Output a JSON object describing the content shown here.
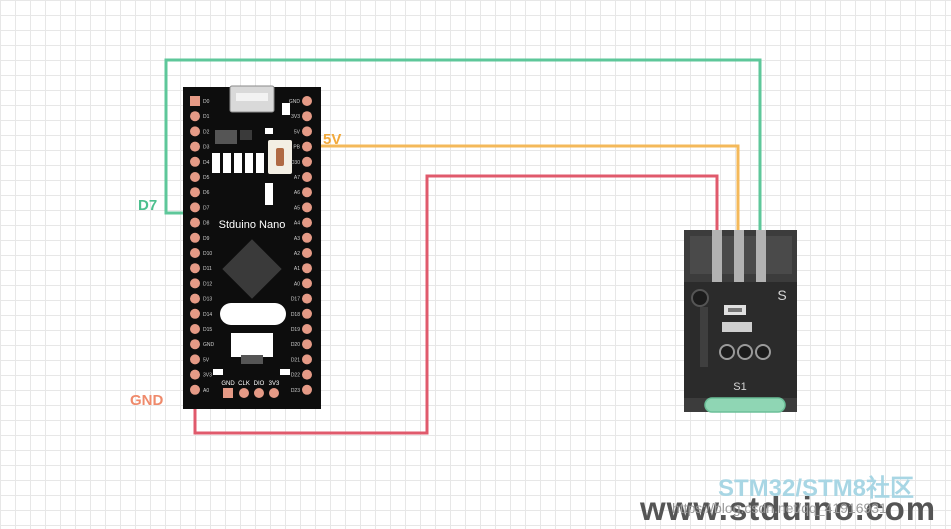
{
  "board": {
    "name": "Stduino Nano",
    "bottom_pins": [
      "GND",
      "CLK",
      "DIO",
      "3V3"
    ],
    "left_pins": [
      "D0",
      "D1",
      "D2",
      "D3",
      "D4",
      "D5",
      "D6",
      "D7",
      "D8",
      "D9",
      "D10",
      "D11",
      "D12",
      "D13",
      "D14",
      "D15",
      "GND",
      "5V",
      "3V3",
      "A0"
    ],
    "right_pins": [
      "GND",
      "3V3",
      "5V",
      "PB",
      "D30",
      "A7",
      "A6",
      "A5",
      "A4",
      "A3",
      "A2",
      "A1",
      "A0",
      "D17",
      "D18",
      "D19",
      "D20",
      "D21",
      "D22",
      "D23"
    ]
  },
  "labels": {
    "d7": "D7",
    "five_v": "5V",
    "gnd": "GND"
  },
  "module": {
    "signal_mark": "S",
    "sensor_mark": "S1"
  },
  "wire_colors": {
    "d7": "#5ec79a",
    "five_v": "#f4b95a",
    "gnd": "#e05a6c"
  },
  "label_colors": {
    "d7": "#4cbf8e",
    "five_v": "#f2a93b",
    "gnd": "#ef8a6b"
  },
  "watermark": {
    "top": "STM32/STM8社区",
    "bottom": "www.stduino.com",
    "overlay": "https://blog.csdn.net/qq_41916931"
  }
}
